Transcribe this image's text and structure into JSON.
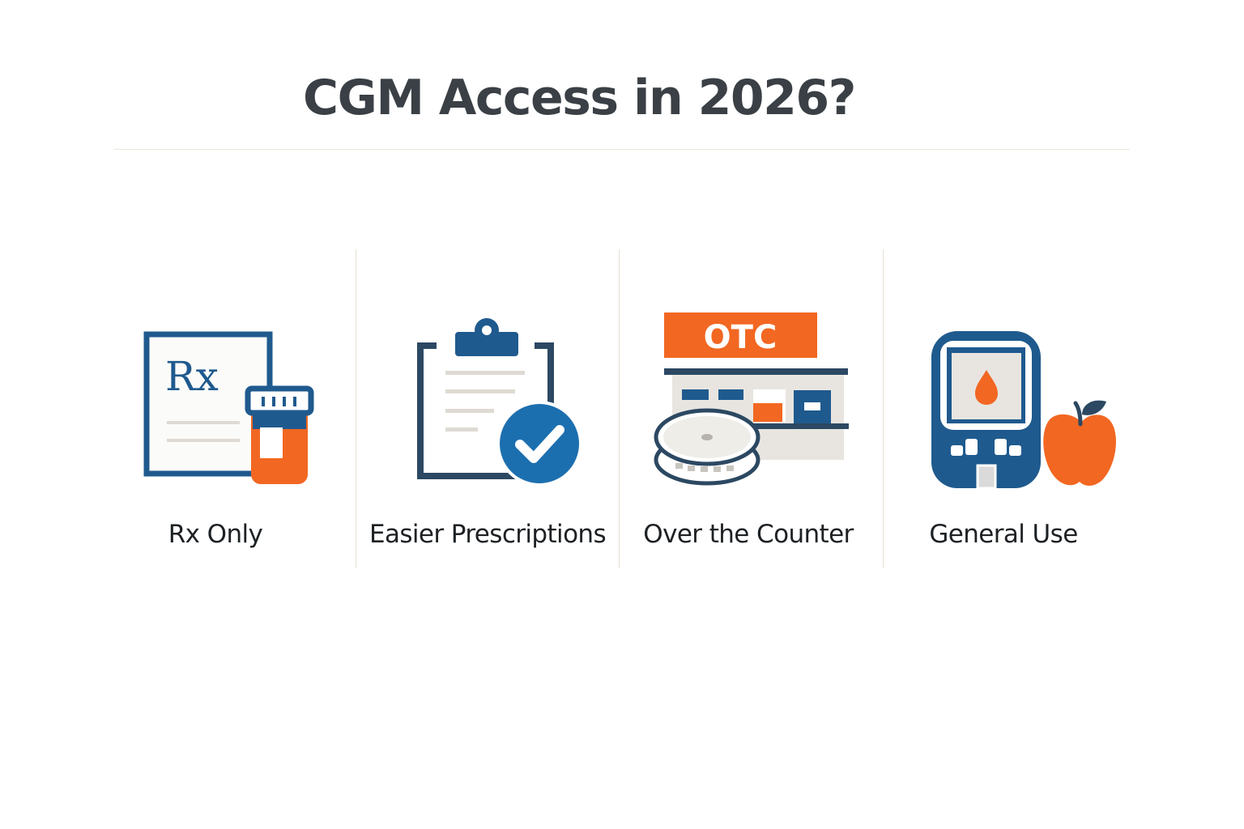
{
  "page": {
    "title": "CGM Access in 2026?"
  },
  "colors": {
    "blue": "#1f5a8e",
    "navy": "#2c4862",
    "orange": "#f26722",
    "check_blue": "#1c6faf",
    "text": "#1d2124",
    "title": "#3a4045",
    "divider": "#e6e0d6"
  },
  "stages": [
    {
      "label": "Rx Only",
      "icon": "prescription-pad-pill-bottle-icon",
      "glyph": "Rx"
    },
    {
      "label": "Easier Prescriptions",
      "icon": "clipboard-check-icon"
    },
    {
      "label": "Over the Counter",
      "icon": "pharmacy-store-sensor-icon",
      "sign": "OTC"
    },
    {
      "label": "General Use",
      "icon": "glucose-meter-apple-icon"
    }
  ]
}
